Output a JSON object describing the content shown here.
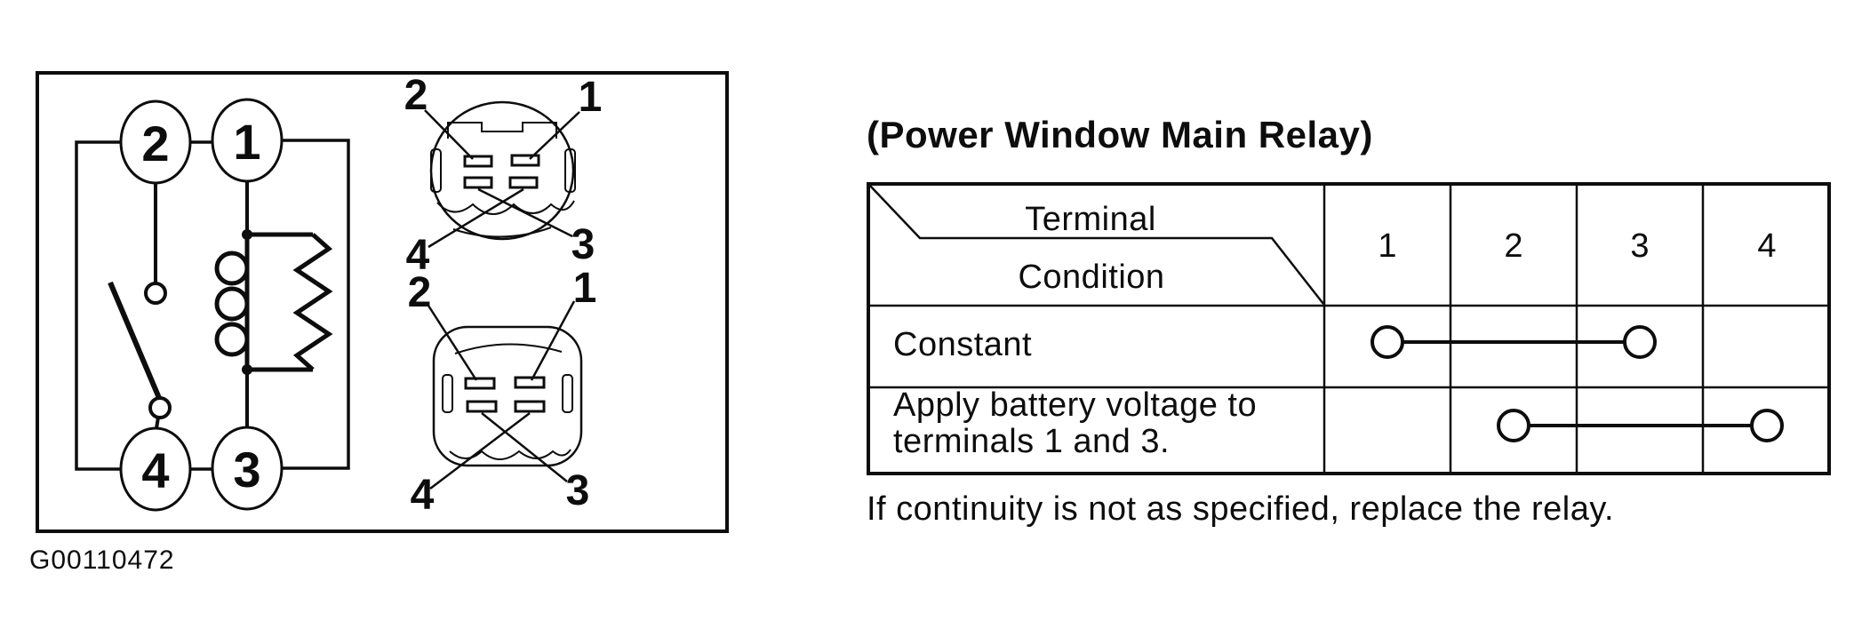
{
  "heading": "(Power Window Main Relay)",
  "figure_code": "G00110472",
  "footer_note": "If continuity is not as specified, replace the relay.",
  "circuit": {
    "terminals": {
      "t1": "1",
      "t2": "2",
      "t3": "3",
      "t4": "4"
    }
  },
  "connectors": {
    "top": {
      "top_left": "2",
      "top_right": "1",
      "bottom_left": "4",
      "bottom_right": "3"
    },
    "bottom": {
      "top_left": "2",
      "top_right": "1",
      "bottom_left": "4",
      "bottom_right": "3"
    }
  },
  "table": {
    "corner": {
      "top": "Terminal",
      "bottom": "Condition"
    },
    "columns": [
      "1",
      "2",
      "3",
      "4"
    ],
    "rows": [
      {
        "condition_lines": [
          "Constant"
        ],
        "continuity": {
          "from_terminal": "1",
          "to_terminal": "3"
        }
      },
      {
        "condition_lines": [
          "Apply battery voltage to",
          "terminals 1 and 3."
        ],
        "continuity": {
          "from_terminal": "2",
          "to_terminal": "4"
        }
      }
    ]
  }
}
